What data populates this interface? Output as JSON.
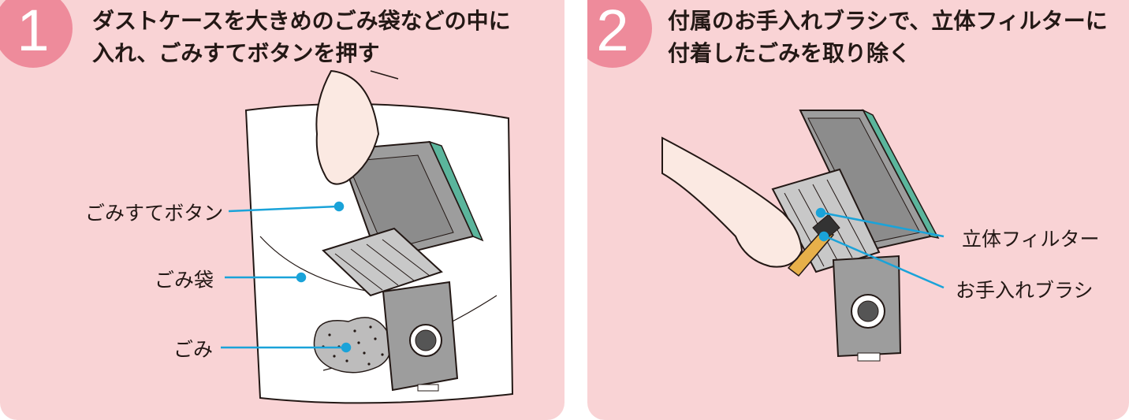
{
  "steps": [
    {
      "number": "1",
      "instruction_lines": [
        "ダストケースを大きめのごみ袋などの中に",
        "入れ、ごみすてボタンを押す"
      ],
      "callouts": [
        "ごみすてボタン",
        "ごみ袋",
        "ごみ"
      ]
    },
    {
      "number": "2",
      "instruction_lines": [
        "付属のお手入れブラシで、立体フィルターに",
        "付着したごみを取り除く"
      ],
      "callouts": [
        "立体フィルター",
        "お手入れブラシ"
      ]
    }
  ],
  "colors": {
    "panel_background": "#f9d3d5",
    "step_circle": "#ee8b9b",
    "leader_line": "#1aa3d9",
    "text": "#231815"
  }
}
